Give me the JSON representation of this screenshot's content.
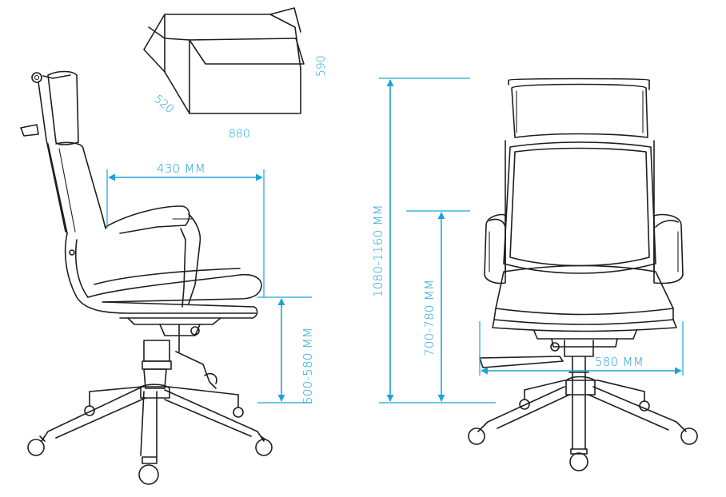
{
  "colors": {
    "accent": "#1aa3d9",
    "ink": "#1e1e1e",
    "background": "#ffffff"
  },
  "box": {
    "width_label": "880",
    "depth_label": "520",
    "height_label": "590"
  },
  "side_view": {
    "seat_depth_label": "430 MM",
    "seat_height_label": "500-580 MM"
  },
  "front_view": {
    "total_height_label": "1080-1160 MM",
    "armrest_height_label": "700-780 MM",
    "width_label": "580 MM"
  }
}
